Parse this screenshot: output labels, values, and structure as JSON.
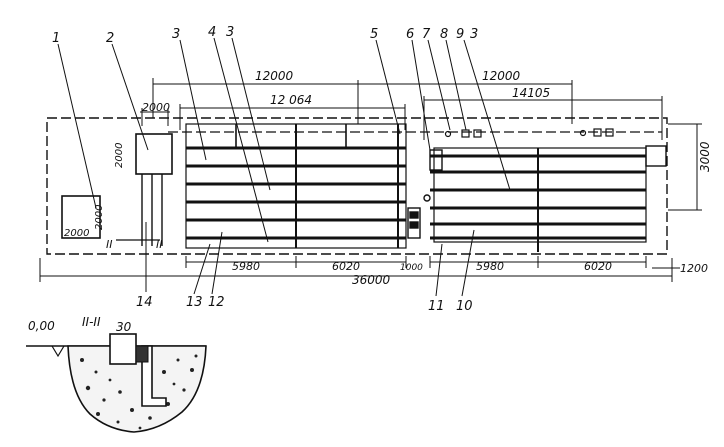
{
  "dimensions": {
    "top_left_12000": "12000",
    "top_right_12000": "12000",
    "d_12064": "12 064",
    "d_14105": "14105",
    "d_2000_top": "2000",
    "d_2000_left": "2000",
    "d_2000_box": "2000",
    "d_2000_bottom": "2000",
    "d_3000": "3000",
    "d_5980_left": "5980",
    "d_6020_left": "6020",
    "d_5980_right": "5980",
    "d_6020_right": "6020",
    "d_1200": "1200",
    "d_1000": "1000",
    "d_36000": "36000",
    "d_30": "30",
    "elevation": "0,00"
  },
  "callouts": [
    "1",
    "2",
    "3",
    "4",
    "3",
    "5",
    "6",
    "7",
    "8",
    "9",
    "3",
    "14",
    "13",
    "12",
    "11",
    "10"
  ],
  "section_labels": {
    "section_mark_left": "II",
    "section_mark_right": "II",
    "section_title": "II-II"
  },
  "colors": {
    "ink": "#111111",
    "paper": "#ffffff"
  }
}
